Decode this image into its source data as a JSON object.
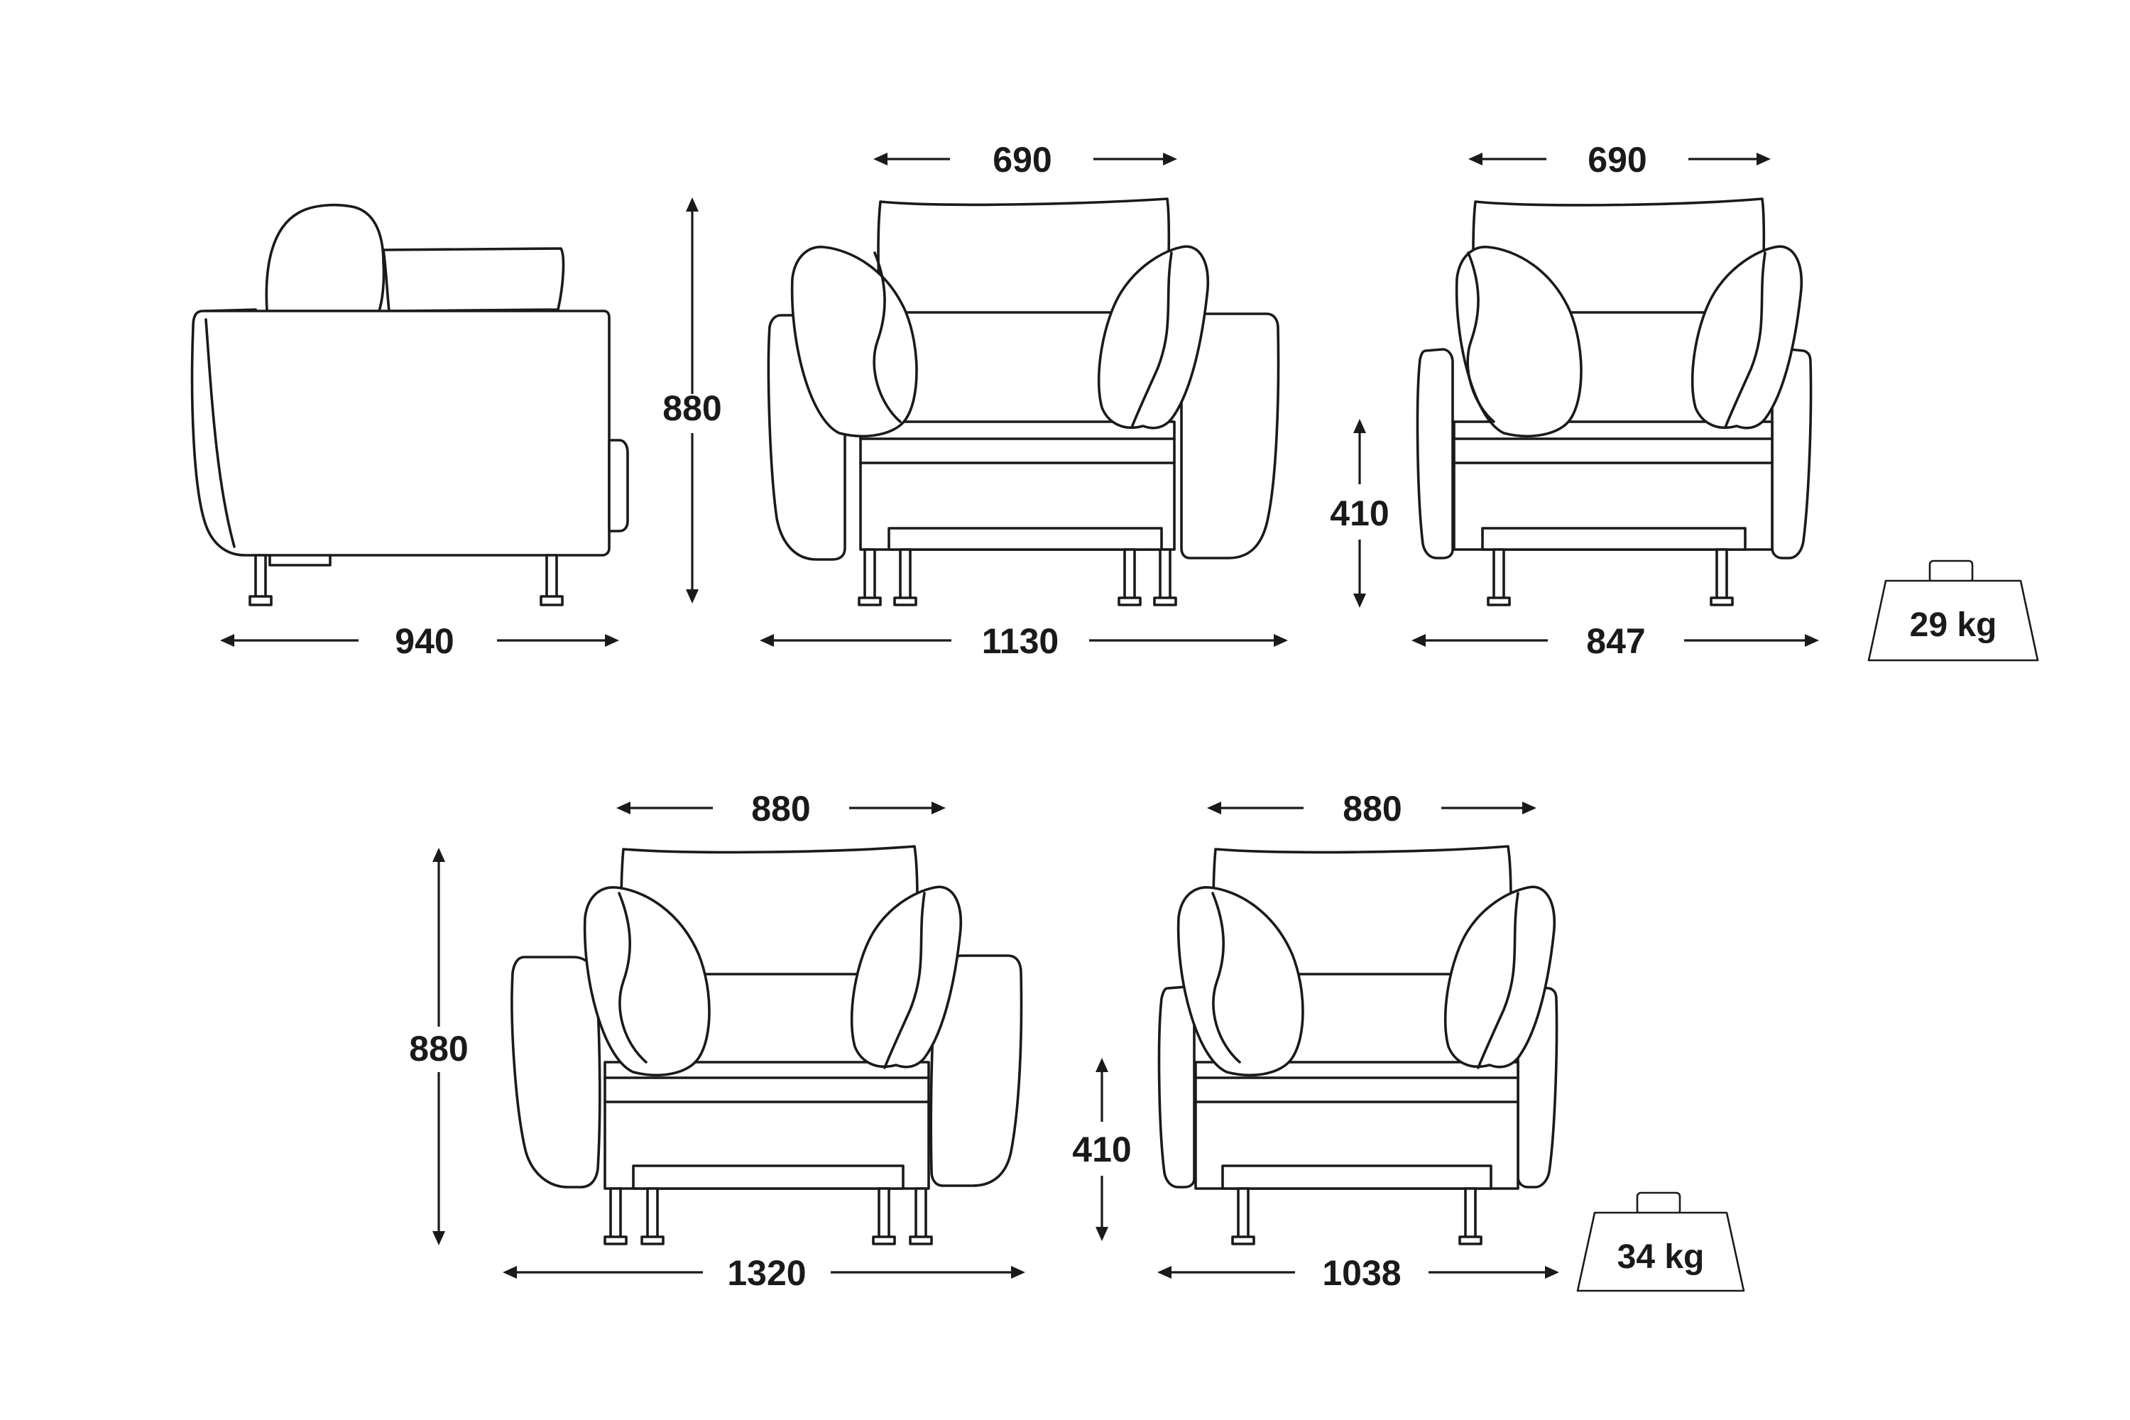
{
  "dimensions": {
    "side_width": "940",
    "side_height": "880",
    "front_inner_top": "690",
    "front_width": "1130",
    "frame_inner_top": "690",
    "frame_seat_height": "410",
    "frame_width": "847",
    "weight_small": "29 kg",
    "large_inner_top": "880",
    "large_height": "880",
    "large_width": "1320",
    "large_frame_inner_top": "880",
    "large_frame_seat_height": "410",
    "large_frame_width": "1038",
    "weight_large": "34 kg"
  }
}
